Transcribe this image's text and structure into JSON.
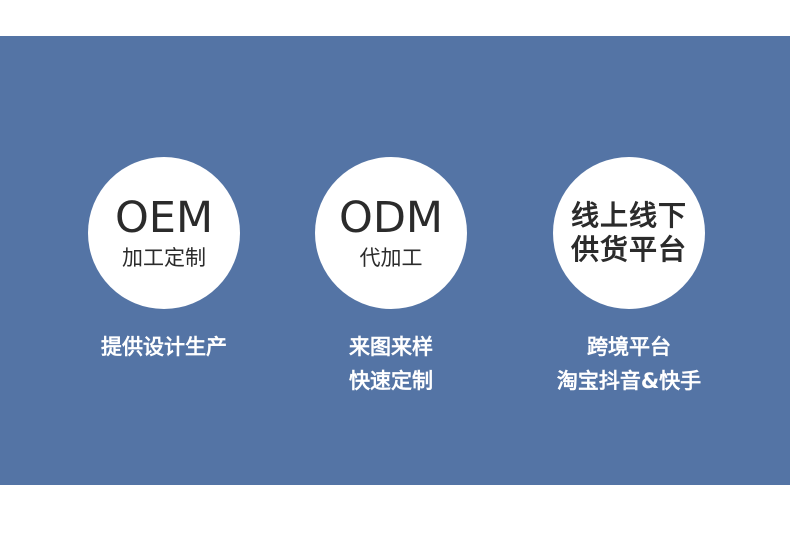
{
  "oem": {
    "title": "OEM",
    "subtitle": "加工定制",
    "caption": "提供设计生产"
  },
  "odm": {
    "title": "ODM",
    "subtitle": "代加工",
    "caption_line1": "来图来样",
    "caption_line2": "快速定制"
  },
  "channel": {
    "line1": "线上线下",
    "line2": "供货平台",
    "caption_line1": "跨境平台",
    "caption_line2": "淘宝抖音&快手"
  },
  "colors": {
    "banner": "#5474a5",
    "circle": "#ffffff",
    "caption_text": "#ffffff",
    "circle_text": "#2b2b2b"
  }
}
